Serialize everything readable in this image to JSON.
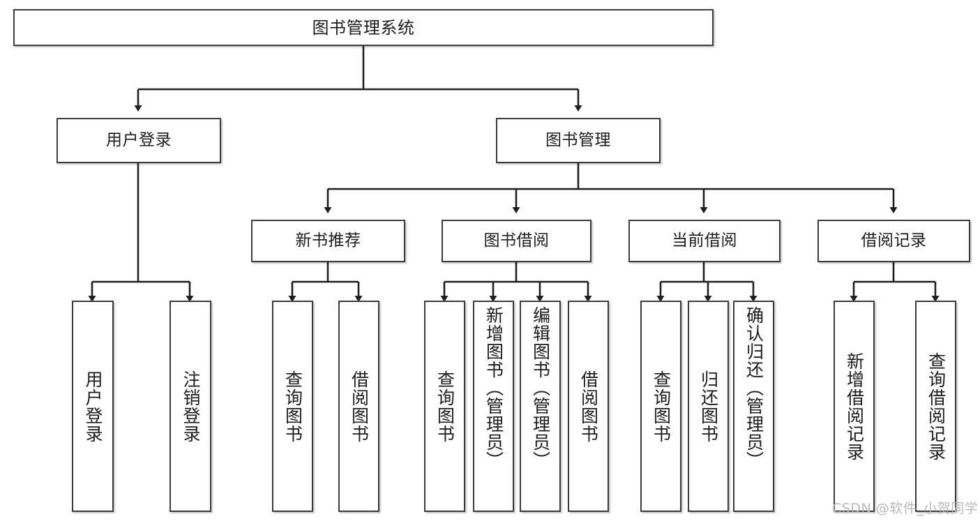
{
  "diagram": {
    "title": "图书管理系统",
    "type": "hierarchy-tree",
    "watermark": "CSDN @软件_小贺同学",
    "colors": {
      "box_border": "#3b3b3b",
      "box_fill": "#ffffff",
      "edge": "#1f1f1f",
      "text": "#1c1c1c",
      "watermark": "#b9b9b9"
    },
    "levels": [
      {
        "level": 1,
        "nodes": [
          {
            "id": "root",
            "label": "图书管理系统",
            "orientation": "horizontal"
          }
        ]
      },
      {
        "level": 2,
        "nodes": [
          {
            "id": "login",
            "label": "用户登录",
            "orientation": "horizontal",
            "parent": "root"
          },
          {
            "id": "bookmgmt",
            "label": "图书管理",
            "orientation": "horizontal",
            "parent": "root"
          }
        ]
      },
      {
        "level": 3,
        "nodes": [
          {
            "id": "newbook",
            "label": "新书推荐",
            "orientation": "horizontal",
            "parent": "bookmgmt"
          },
          {
            "id": "borrow",
            "label": "图书借阅",
            "orientation": "horizontal",
            "parent": "bookmgmt"
          },
          {
            "id": "current",
            "label": "当前借阅",
            "orientation": "horizontal",
            "parent": "bookmgmt"
          },
          {
            "id": "records",
            "label": "借阅记录",
            "orientation": "horizontal",
            "parent": "bookmgmt"
          }
        ]
      },
      {
        "level": 4,
        "nodes": [
          {
            "id": "leaf1",
            "label": "用户登录",
            "orientation": "vertical",
            "parent": "login"
          },
          {
            "id": "leaf2",
            "label": "注销登录",
            "orientation": "vertical",
            "parent": "login"
          },
          {
            "id": "leaf3",
            "label": "查询图书",
            "orientation": "vertical",
            "parent": "newbook"
          },
          {
            "id": "leaf4",
            "label": "借阅图书",
            "orientation": "vertical",
            "parent": "newbook"
          },
          {
            "id": "leaf5",
            "label": "查询图书",
            "orientation": "vertical",
            "parent": "borrow"
          },
          {
            "id": "leaf6",
            "label": "新增图书（管理员）",
            "orientation": "vertical",
            "parent": "borrow"
          },
          {
            "id": "leaf7",
            "label": "编辑图书（管理员）",
            "orientation": "vertical",
            "parent": "borrow"
          },
          {
            "id": "leaf8",
            "label": "借阅图书",
            "orientation": "vertical",
            "parent": "borrow"
          },
          {
            "id": "leaf9",
            "label": "查询图书",
            "orientation": "vertical",
            "parent": "current"
          },
          {
            "id": "leaf10",
            "label": "归还图书",
            "orientation": "vertical",
            "parent": "current"
          },
          {
            "id": "leaf11",
            "label": "确认归还（管理员）",
            "orientation": "vertical",
            "parent": "current"
          },
          {
            "id": "leaf12",
            "label": "新增借阅记录",
            "orientation": "vertical",
            "parent": "records"
          },
          {
            "id": "leaf13",
            "label": "查询借阅记录",
            "orientation": "vertical",
            "parent": "records"
          }
        ]
      }
    ]
  }
}
